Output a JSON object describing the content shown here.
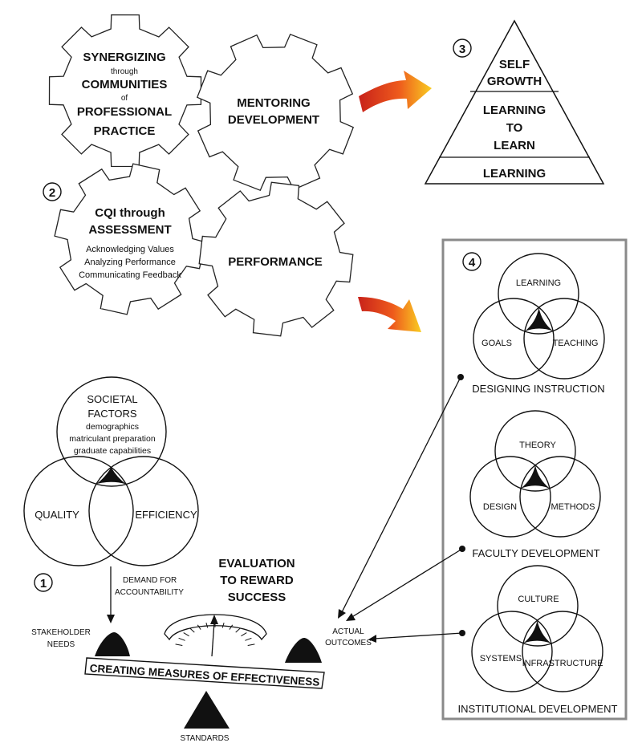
{
  "gears": {
    "synergizing": {
      "line1": "SYNERGIZING",
      "line2": "through",
      "line3": "COMMUNITIES",
      "line4": "of",
      "line5": "PROFESSIONAL",
      "line6": "PRACTICE"
    },
    "mentoring": {
      "line1": "MENTORING",
      "line2": "DEVELOPMENT"
    },
    "cqi": {
      "title1": "CQI through",
      "title2": "ASSESSMENT",
      "items": [
        "Acknowledging Values",
        "Analyzing Performance",
        "Communicating Feedback"
      ]
    },
    "performance": {
      "label": "PERFORMANCE"
    }
  },
  "step_numbers": {
    "one": "1",
    "two": "2",
    "three": "3",
    "four": "4"
  },
  "pyramid": {
    "tier1_line1": "SELF",
    "tier1_line2": "GROWTH",
    "tier2_line1": "LEARNING",
    "tier2_line2": "TO",
    "tier2_line3": "LEARN",
    "tier3": "LEARNING"
  },
  "panel": {
    "designing": {
      "top": "LEARNING",
      "left": "GOALS",
      "right": "TEACHING",
      "caption": "DESIGNING INSTRUCTION"
    },
    "faculty": {
      "top": "THEORY",
      "left": "DESIGN",
      "right": "METHODS",
      "caption": "FACULTY DEVELOPMENT"
    },
    "institutional": {
      "top": "CULTURE",
      "left": "SYSTEMS",
      "right": "INFRASTRUCTURE",
      "caption": "INSTITUTIONAL DEVELOPMENT"
    }
  },
  "societal": {
    "title1": "SOCIETAL",
    "title2": "FACTORS",
    "factors": [
      "demographics",
      "matriculant preparation",
      "graduate capabilities"
    ],
    "left": "QUALITY",
    "right": "EFFICIENCY"
  },
  "balance": {
    "demand_line1": "DEMAND FOR",
    "demand_line2": "ACCOUNTABILITY",
    "evaluation_line1": "EVALUATION",
    "evaluation_line2": "TO REWARD",
    "evaluation_line3": "SUCCESS",
    "stakeholder_line1": "STAKEHOLDER",
    "stakeholder_line2": "NEEDS",
    "actual_line1": "ACTUAL",
    "actual_line2": "OUTCOMES",
    "beam_label": "CREATING MEASURES OF EFFECTIVENESS",
    "standards": "STANDARDS"
  },
  "colors": {
    "arrow_dark": "#d42a1a",
    "arrow_light": "#f7c21a",
    "panel_border": "#8a8a8a",
    "ink": "#111111"
  }
}
